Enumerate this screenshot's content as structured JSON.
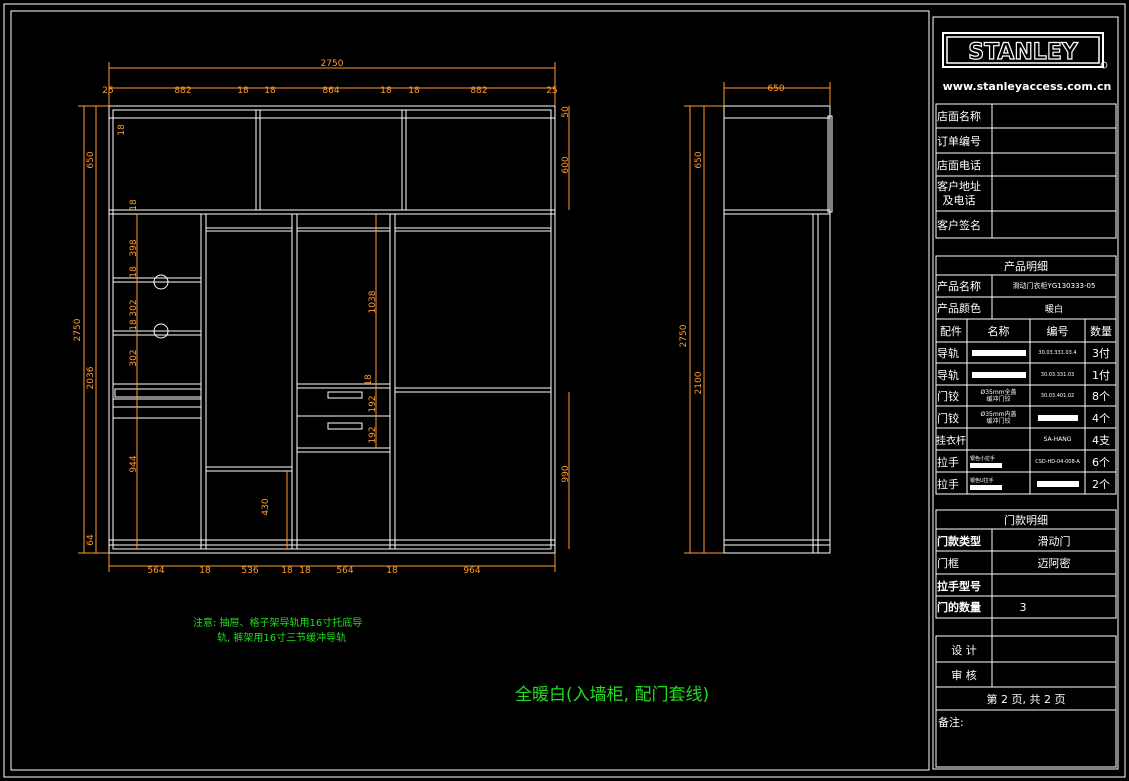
{
  "logo": {
    "text": "STANLEY",
    "url": "www.stanleyaccess.com.cn"
  },
  "header_rows": [
    {
      "label": "店面名称",
      "value": ""
    },
    {
      "label": "订单编号",
      "value": ""
    },
    {
      "label": "店面电话",
      "value": ""
    },
    {
      "label": "客户地址\n及电话",
      "value": ""
    },
    {
      "label": "客户签名",
      "value": ""
    }
  ],
  "product": {
    "section_title": "产品明细",
    "name_label": "产品名称",
    "name_value": "滑动门衣柜YG130333-05",
    "color_label": "产品颜色",
    "color_value": "暖白",
    "columns": [
      "配件",
      "名称",
      "编号",
      "数量"
    ],
    "parts": [
      {
        "part": "导轨",
        "name": "",
        "code": "30.03.331.03.4",
        "qty": "3付"
      },
      {
        "part": "导轨",
        "name": "",
        "code": "30.03.331.03",
        "qty": "1付"
      },
      {
        "part": "门铰",
        "name": "Ø35mm全盖\n缓冲门铰",
        "code": "30.03.401.02",
        "qty": "8个"
      },
      {
        "part": "门铰",
        "name": "Ø35mm内盖\n缓冲门铰",
        "code": "",
        "qty": "4个"
      },
      {
        "part": "挂衣杆",
        "name": "",
        "code": "SA-HANG",
        "qty": "4支"
      },
      {
        "part": "拉手",
        "name": "银色小拉手",
        "code": "CSD-HD-04-008-A",
        "qty": "6个"
      },
      {
        "part": "拉手",
        "name": "银色U拉手",
        "code": "",
        "qty": "2个"
      }
    ]
  },
  "door": {
    "section_title": "门款明细",
    "rows": [
      {
        "label": "门款类型",
        "value": "滑动门"
      },
      {
        "label": "门框",
        "value": "迈阿密"
      },
      {
        "label": "拉手型号",
        "value": ""
      },
      {
        "label": "门的数量",
        "value": "3"
      }
    ]
  },
  "sign": {
    "design": "设 计",
    "review": "审 核",
    "page": "第 2 页, 共 2 页",
    "remark": "备注:"
  },
  "note": {
    "line1": "注意: 抽屉、格子架导轨用16寸托底导",
    "line2": "轨, 裤架用16寸三节缓冲导轨"
  },
  "drawing_title": "全暖白(入墙柜, 配门套线)",
  "dimensions": {
    "front_total_width": "2750",
    "top_row": [
      "25",
      "882",
      "18",
      "18",
      "864",
      "18",
      "18",
      "882",
      "25"
    ],
    "bottom_row": [
      "564",
      "18",
      "536",
      "18",
      "18",
      "564",
      "18",
      "964"
    ],
    "left_total": "2750",
    "left_upper": "650",
    "left_lower": "2036",
    "left_base": "64",
    "upper_height": "600",
    "top_gap": "50",
    "shelf_t": "18",
    "left_col": [
      "398",
      "18",
      "302",
      "18",
      "302",
      "944"
    ],
    "mid_col": [
      "1038",
      "18",
      "192",
      "192",
      "430"
    ],
    "right_990": "990",
    "side_depth": "650",
    "side_total": "2750",
    "side_upper": "650",
    "side_lower": "2100"
  },
  "colors": {
    "frame": "#ffffff",
    "dimension": "#ff9a2e",
    "note": "#22dd22",
    "background": "#000000"
  }
}
